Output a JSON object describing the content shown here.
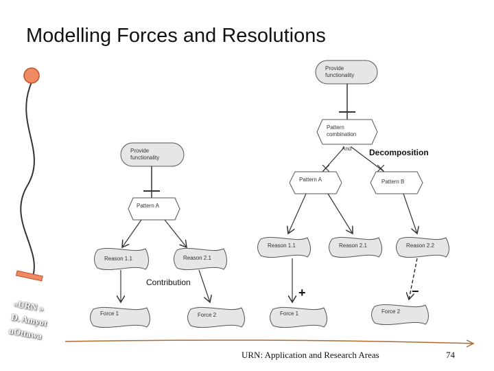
{
  "slide": {
    "title": "Modelling Forces and Resolutions",
    "footer": "URN: Application and Research Areas",
    "page_number": "74",
    "stamp": {
      "line1": "«URN »",
      "line2": "D. Amyot",
      "line3": "uOttawa"
    }
  },
  "diagram": {
    "goals": {
      "provide_left": "Provide functionality",
      "provide_top": "Provide functionality"
    },
    "tasks": {
      "pattern_a_left": "Pattern A",
      "pattern_combination": "Pattern combination",
      "pattern_a_right": "Pattern A",
      "pattern_b": "Pattern B"
    },
    "softgoals": {
      "reason_1_1_left": "Reason 1.1",
      "reason_2_1_left": "Reason 2.1",
      "reason_1_1_right": "Reason 1.1",
      "reason_2_1_right": "Reason 2.1",
      "reason_2_2": "Reason 2.2",
      "force_1_left": "Force 1",
      "force_2_left": "Force 2",
      "force_1_right": "Force 1",
      "force_2_right": "Force 2"
    },
    "labels": {
      "and": "And",
      "decomposition": "Decomposition",
      "contribution": "Contribution",
      "plus": "+",
      "minus": "−"
    }
  },
  "colors": {
    "node_fill": "#e6e6e6",
    "node_stroke": "#555555",
    "pin_head": "#f08a60",
    "arrow": "#b06a30"
  }
}
